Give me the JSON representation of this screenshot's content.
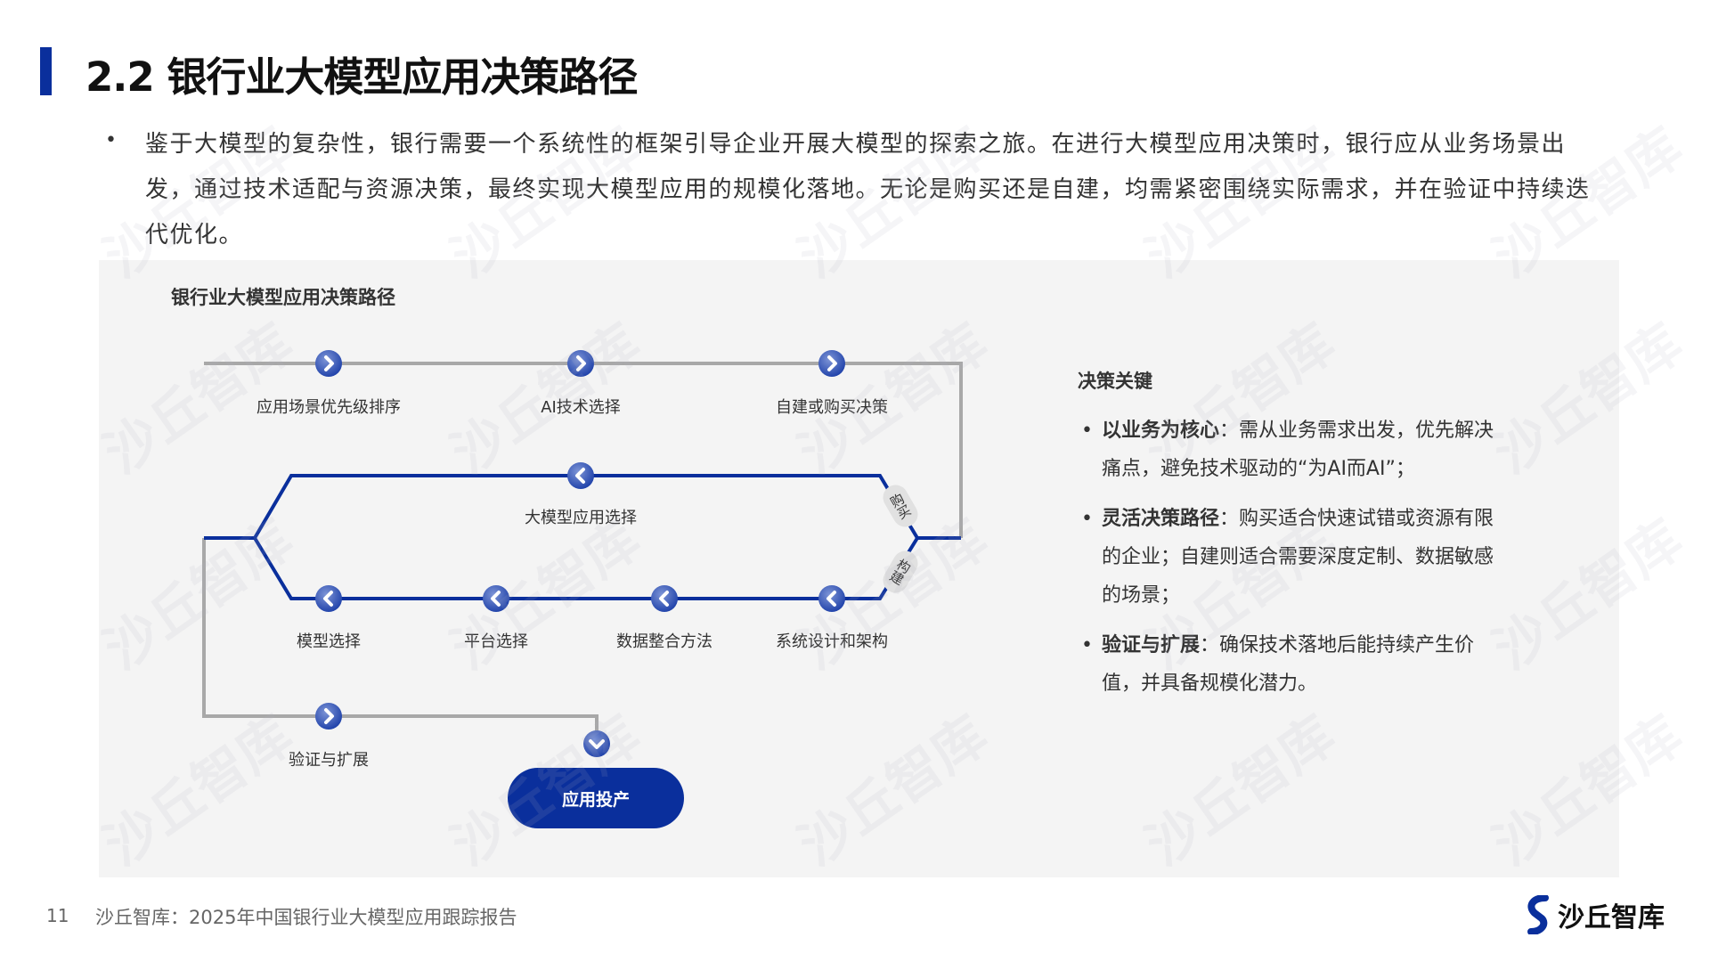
{
  "header": {
    "title": "2.2 银行业大模型应用决策路径"
  },
  "intro": {
    "bullet": "•",
    "text": "鉴于大模型的复杂性，银行需要一个系统性的框架引导企业开展大模型的探索之旅。在进行大模型应用决策时，银行应从业务场景出发，通过技术适配与资源决策，最终实现大模型应用的规模化落地。无论是购买还是自建，均需紧密围绕实际需求，并在验证中持续迭代优化。"
  },
  "diagram": {
    "title": "银行业大模型应用决策路径",
    "top_row": [
      "应用场景优先级排序",
      "AI技术选择",
      "自建或购买决策"
    ],
    "buy_branch": "大模型应用选择",
    "build_row": [
      "模型选择",
      "平台选择",
      "数据整合方法",
      "系统设计和架构"
    ],
    "buy_tag": "购买",
    "build_tag": "构建",
    "validate": "验证与扩展",
    "deploy_button": "应用投产",
    "colors": {
      "primary": "#0a2f9c",
      "gray_line": "#a8a8a8"
    }
  },
  "keys": {
    "title": "决策关键",
    "items": [
      {
        "head": "以业务为核心",
        "body": "：需从业务需求出发，优先解决痛点，避免技术驱动的“为AI而AI”；"
      },
      {
        "head": "灵活决策路径",
        "body": "：购买适合快速试错或资源有限的企业；自建则适合需要深度定制、数据敏感的场景；"
      },
      {
        "head": "验证与扩展",
        "body": "：确保技术落地后能持续产生价值，并具备规模化潜力。"
      }
    ]
  },
  "footer": {
    "page": "11",
    "text": "沙丘智库：2025年中国银行业大模型应用跟踪报告",
    "logo": "沙丘智库"
  }
}
